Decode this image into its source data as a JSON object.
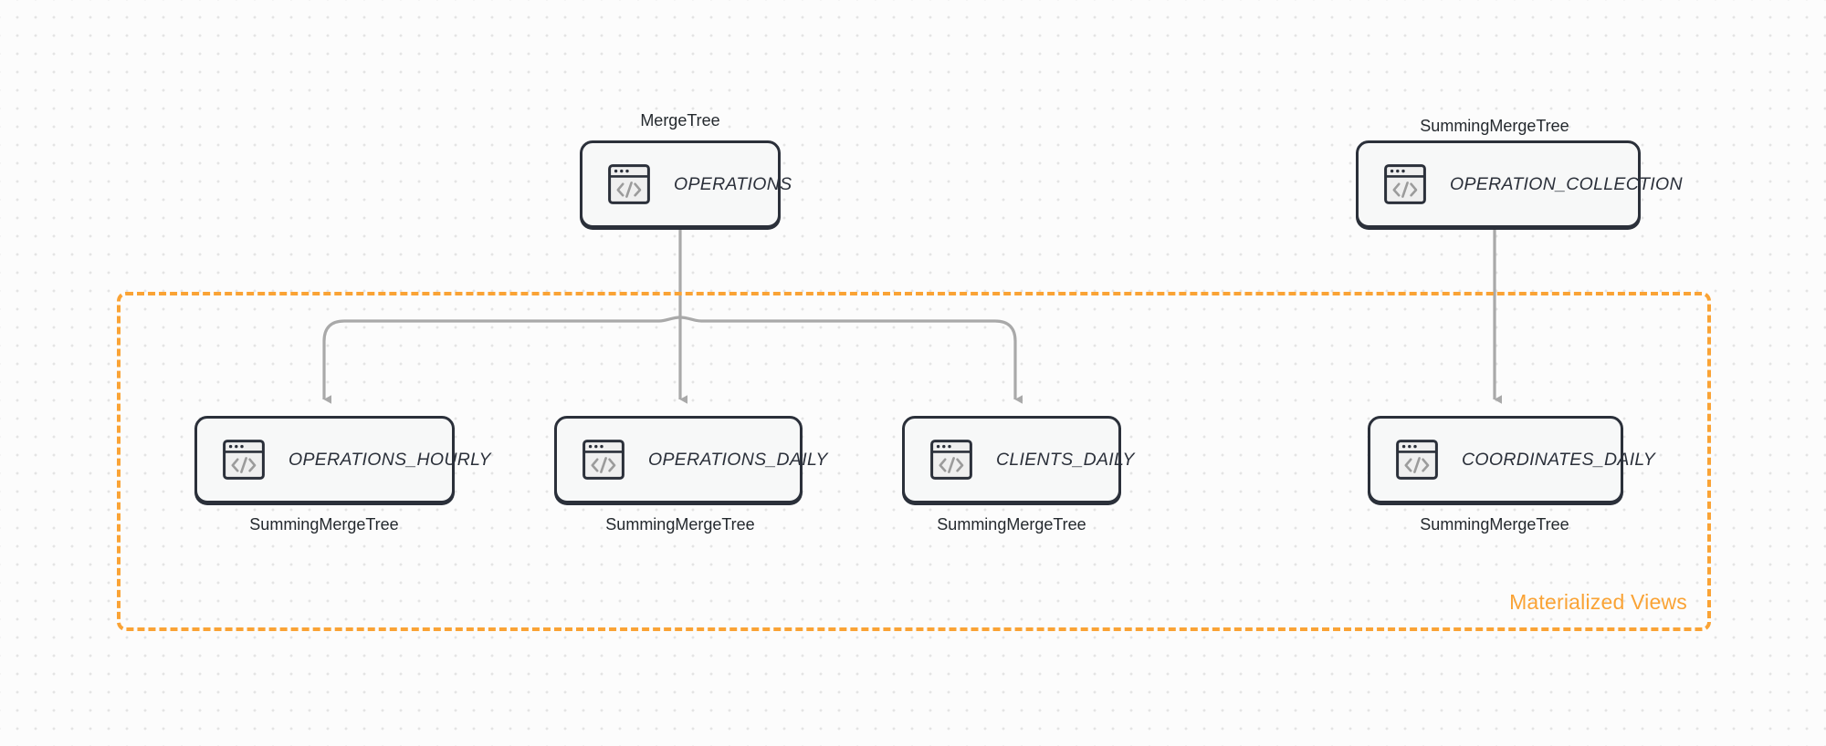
{
  "diagram": {
    "title_group": "Materialized Views",
    "accent_color": "#faa335",
    "node_border_color": "#2b303a",
    "edge_color": "#a9a9a9",
    "background_color": "#fcfcfc"
  },
  "sources": [
    {
      "id": "operations",
      "name": "OPERATIONS",
      "engine": "MergeTree",
      "icon": "code-window-icon"
    },
    {
      "id": "operation_collection",
      "name": "OPERATION_COLLECTION",
      "engine": "SummingMergeTree",
      "icon": "code-window-icon"
    }
  ],
  "materialized_views": [
    {
      "id": "operations_hourly",
      "name": "OPERATIONS_HOURLY",
      "engine": "SummingMergeTree",
      "icon": "code-window-icon"
    },
    {
      "id": "operations_daily",
      "name": "OPERATIONS_DAILY",
      "engine": "SummingMergeTree",
      "icon": "code-window-icon"
    },
    {
      "id": "clients_daily",
      "name": "CLIENTS_DAILY",
      "engine": "SummingMergeTree",
      "icon": "code-window-icon"
    },
    {
      "id": "coordinates_daily",
      "name": "COORDINATES_DAILY",
      "engine": "SummingMergeTree",
      "icon": "code-window-icon"
    }
  ],
  "edges": [
    {
      "from": "operations",
      "to": "operations_hourly"
    },
    {
      "from": "operations",
      "to": "operations_daily"
    },
    {
      "from": "operations",
      "to": "clients_daily"
    },
    {
      "from": "operation_collection",
      "to": "coordinates_daily"
    }
  ]
}
